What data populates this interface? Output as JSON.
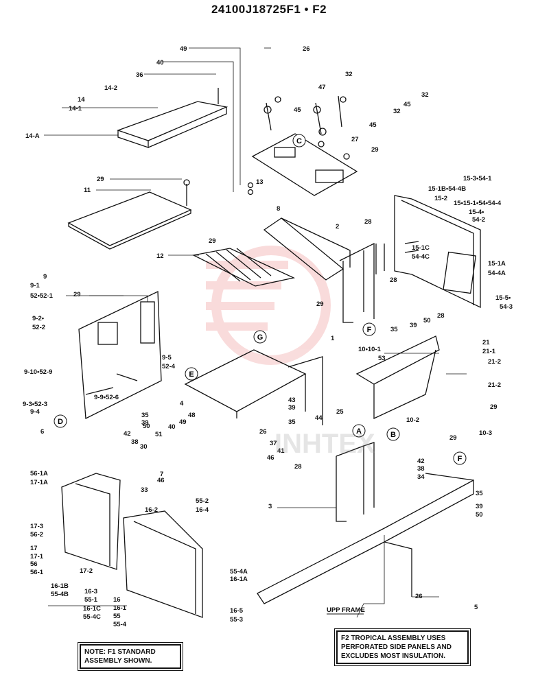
{
  "title": "24100J18725F1 • F2",
  "notes": {
    "standard": [
      "NOTE: F1 STANDARD",
      "ASSEMBLY SHOWN."
    ],
    "tropical": [
      "F2 TROPICAL ASSEMBLY USES",
      "PERFORATED SIDE PANELS AND",
      "EXCLUDES MOST INSULATION."
    ]
  },
  "frame_label": "UPP FRAME",
  "watermark": "INHTEX",
  "callout_letters": [
    "A",
    "B",
    "C",
    "D",
    "E",
    "F",
    "F",
    "G"
  ],
  "labels": {
    "l49": "49",
    "l26a": "26",
    "l40": "40",
    "l36": "36",
    "l32a": "32",
    "l14_2": "14-2",
    "l47": "47",
    "l32b": "32",
    "l14": "14",
    "l14_1": "14-1",
    "l45a": "45",
    "l45b": "45",
    "l32c": "32",
    "l14A": "14-A",
    "l45c": "45",
    "l27": "27",
    "l29a": "29",
    "l29b": "29",
    "l13": "13",
    "l11": "11",
    "l15_3": "15-3•54-1",
    "l15_1B": "15-1B•54-4B",
    "l15_2": "15-2",
    "l15_15": "15•15-1•54•54-4",
    "l15_4": "15-4•",
    "l54_2": "54-2",
    "l8": "8",
    "l2": "2",
    "l28a": "28",
    "l29c": "29",
    "l12": "12",
    "l15_1C": "15-1C",
    "l54_4C": "54-4C",
    "l15_1A": "15-1A",
    "l54_4A": "54-4A",
    "l28b": "28",
    "l9": "9",
    "l9_1": "9-1",
    "l52": "52•52-1",
    "l29d": "29",
    "l29e": "29",
    "l15_5": "15-5•",
    "l54_3": "54-3",
    "l9_2": "9-2•",
    "l52_2": "52-2",
    "l28c": "28",
    "l39a": "39",
    "l50a": "50",
    "l35a": "35",
    "l1": "1",
    "l21": "21",
    "l21_1": "21-1",
    "l10_10": "10•10-1",
    "l53": "53",
    "l21_2a": "21-2",
    "l9_5": "9-5",
    "l52_4": "52-4",
    "l9_10": "9-10•52-9",
    "l21_2b": "21-2",
    "l9_9": "9-9•52-6",
    "l9_3": "9-3•52-3",
    "l9_4": "9-4",
    "l4": "4",
    "l43": "43",
    "l39b": "39",
    "l25": "25",
    "l29f": "29",
    "l35b": "35",
    "l39c": "39",
    "l48": "48",
    "l44": "44",
    "l10_2": "10-2",
    "l6": "6",
    "l50b": "50",
    "l49b": "49",
    "l35c": "35",
    "l26b": "26",
    "l29g": "29",
    "l10_3": "10-3",
    "l42a": "42",
    "l40b": "40",
    "l38a": "38",
    "l30": "30",
    "l51": "51",
    "l37": "37",
    "l41": "41",
    "l46a": "46",
    "l42b": "42",
    "l38b": "38",
    "l28d": "28",
    "l34": "34",
    "l7": "7",
    "l46b": "46",
    "l56_1A": "56-1A",
    "l17_1A": "17-1A",
    "l33": "33",
    "l55_2": "55-2",
    "l16_4": "16-4",
    "l35d": "35",
    "l16_2": "16-2",
    "l3": "3",
    "l39d": "39",
    "l50c": "50",
    "l17_3": "17-3",
    "l56_2": "56-2",
    "l17": "17",
    "l17_1": "17-1",
    "l56": "56",
    "l56_1": "56-1",
    "l17_2": "17-2",
    "l55_4A": "55-4A",
    "l16_1A": "16-1A",
    "l16_1B": "16-1B",
    "l55_4B": "55-4B",
    "l16_3": "16-3",
    "l55_1": "55-1",
    "l16_1C": "16-1C",
    "l55_4C": "55-4C",
    "l16": "16",
    "l16_1": "16-1",
    "l55": "55",
    "l55_4": "55-4",
    "l26c": "26",
    "l5": "5",
    "l16_5": "16-5",
    "l55_3": "55-3"
  }
}
